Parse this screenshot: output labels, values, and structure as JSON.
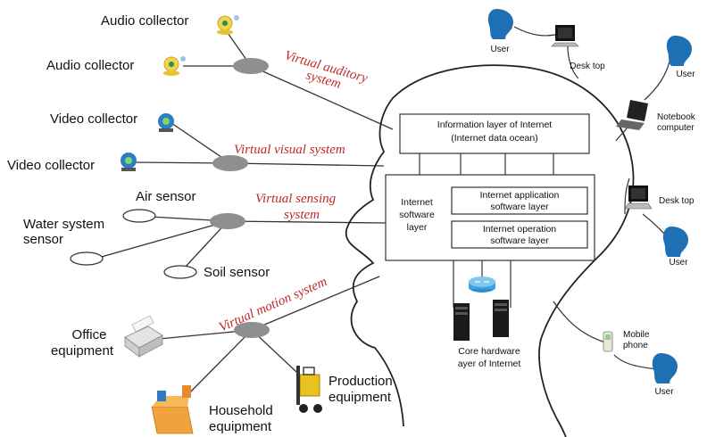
{
  "left": {
    "audio_collector_1": "Audio collector",
    "audio_collector_2": "Audio collector",
    "video_collector_1": "Video collector",
    "video_collector_2": "Video collector",
    "air_sensor": "Air sensor",
    "water_sensor_line1": "Water system",
    "water_sensor_line2": "sensor",
    "soil_sensor": "Soil sensor",
    "office_line1": "Office",
    "office_line2": "equipment",
    "household_line1": "Household",
    "household_line2": "equipment",
    "production_line1": "Production",
    "production_line2": "equipment"
  },
  "systems": {
    "auditory_line1": "Virtual auditory",
    "auditory_line2": "system",
    "visual": "Virtual visual system",
    "sensing_line1": "Virtual sensing",
    "sensing_line2": "system",
    "motion": "Virtual motion system"
  },
  "brain": {
    "info_line1": "Information layer of Internet",
    "info_line2": "(Internet data ocean)",
    "software_line1": "Internet",
    "software_line2": "software",
    "software_line3": "layer",
    "app_line1": "Internet application",
    "app_line2": "software layer",
    "os_line1": "Internet operation",
    "os_line2": "software layer",
    "hardware_line1": "Core hardware",
    "hardware_line2": "ayer of Internet"
  },
  "right": {
    "user_top": "User",
    "desktop_top": "Desk top",
    "user_right_top": "User",
    "notebook_line1": "Notebook",
    "notebook_line2": "computer",
    "desktop_mid": "Desk top",
    "user_mid": "User",
    "mobile_line1": "Mobile",
    "mobile_line2": "phone",
    "user_bottom": "User"
  },
  "colors": {
    "system_label": "#c0282a",
    "hub": "#8f8f8f",
    "user_head": "#1f6fb5",
    "line": "#333333"
  },
  "icons": {
    "audio": "webcam-icon",
    "video": "video-camera-icon",
    "office": "printer-icon",
    "household": "box-icon",
    "production": "forklift-icon",
    "user": "user-head-icon",
    "desktop": "desktop-computer-icon",
    "notebook": "laptop-icon",
    "mobile": "mobile-phone-icon",
    "router": "router-icon",
    "server": "server-tower-icon"
  }
}
